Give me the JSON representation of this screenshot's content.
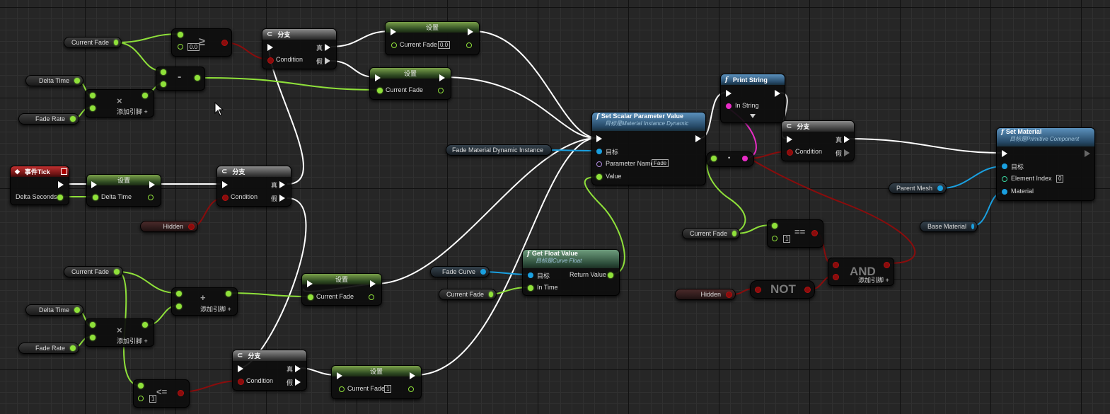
{
  "graph": {
    "event_tick": {
      "title": "事件Tick",
      "delta_seconds": "Delta Seconds"
    },
    "set_labels": {
      "set": "设置"
    },
    "branch": {
      "title": "分支",
      "condition": "Condition",
      "true": "真",
      "false": "假"
    },
    "variables": {
      "current_fade": "Current Fade",
      "delta_time": "Delta Time",
      "fade_rate": "Fade Rate",
      "hidden": "Hidden",
      "fade_material": "Fade Material Dynamic Instance",
      "fade_curve": "Fade Curve",
      "parent_mesh": "Parent Mesh",
      "base_material": "Base Material"
    },
    "add_pin": "添加引脚",
    "values": {
      "zero": "0.0",
      "one": "1",
      "zero_index": "0",
      "fade_param": "Fade"
    },
    "set_scalar": {
      "title": "Set Scalar Parameter Value",
      "subtitle": "目标是Material Instance Dynamic",
      "target": "目标",
      "param_name": "Parameter Name",
      "value": "Value"
    },
    "get_float": {
      "title": "Get Float Value",
      "subtitle": "目标是Curve Float",
      "target": "目标",
      "return_value": "Return Value",
      "in_time": "In Time"
    },
    "print_string": {
      "title": "Print String",
      "in_string": "In String"
    },
    "set_material": {
      "title": "Set Material",
      "subtitle": "目标是Primitive Component",
      "target": "目标",
      "element_index": "Element Index",
      "material": "Material"
    },
    "ops": {
      "and": "AND",
      "not": "NOT",
      "mul": "×",
      "plus": "+",
      "minus": "-",
      "dot": "•",
      "ge": "≥",
      "eq": "==",
      "le": "<="
    }
  },
  "colors": {
    "exec": "#ffffff",
    "float": "#8fe13a",
    "bool": "#8a0c0c",
    "object": "#1aa0e0",
    "string": "#e82cc6"
  },
  "icons": {
    "function": "f-icon",
    "branch": "branch-icon",
    "event": "event-diamond-icon"
  }
}
